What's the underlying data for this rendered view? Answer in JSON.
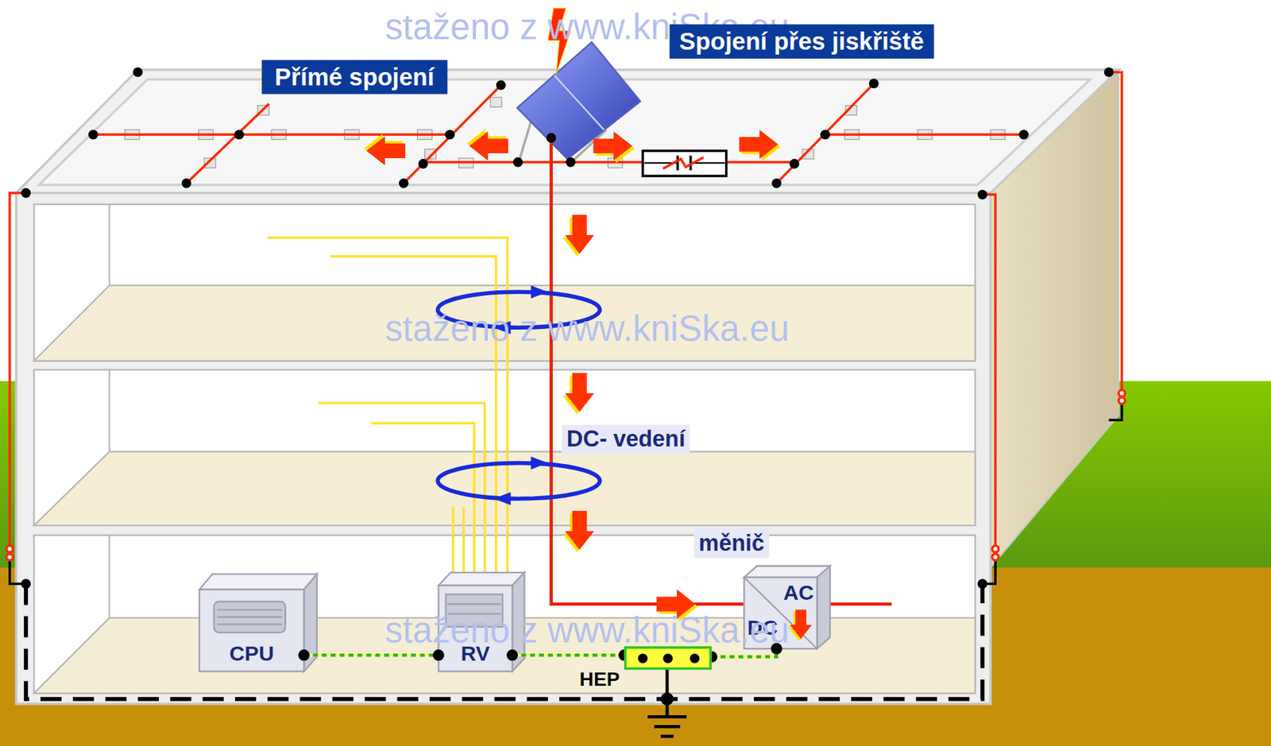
{
  "diagram": {
    "nodes": [
      {
        "text": [
          "CPU"
        ]
      },
      {
        "text": [
          "RV"
        ]
      },
      {
        "text": [
          "HEP"
        ]
      },
      {
        "text": [
          "měnič",
          "AC",
          "DC"
        ]
      }
    ],
    "edges": [
      {
        "from": 0,
        "to": 1,
        "arrow": "none"
      },
      {
        "from": 1,
        "to": 2,
        "arrow": "none"
      },
      {
        "from": 2,
        "to": 3,
        "arrow": "none"
      }
    ],
    "labels": [
      "staženo z www.kniSka.eu",
      "Přímé spojení",
      "Spojení přes jiskřiště",
      "staženo z www.kniSka.eu",
      "DC- vedení",
      "staženo z www.kniSka.eu"
    ]
  }
}
